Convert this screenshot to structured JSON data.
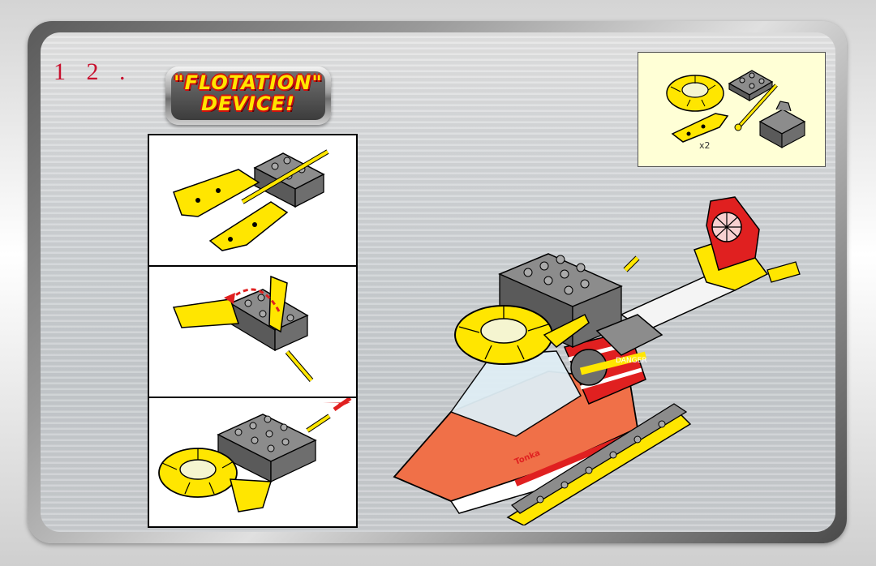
{
  "page": {
    "step_number": "1 2 .",
    "badge": {
      "line1": "\"FLOTATION\"",
      "line2": "DEVICE!"
    },
    "parts": {
      "quantity_label": "x2"
    },
    "model_decals": {
      "danger": "DANGER",
      "brand": "Tonka"
    },
    "colors": {
      "step_number": "#c8102e",
      "badge_text": "#ffe600",
      "badge_outline": "#d01010",
      "yellow_part": "#ffe600",
      "gray_part": "#8c8c8c",
      "orange_hull": "#f07048",
      "red_stripe": "#e02020",
      "parts_box_bg": "#ffffd6"
    },
    "icons": [
      "arrow-curved-icon",
      "arrow-insert-icon"
    ]
  }
}
